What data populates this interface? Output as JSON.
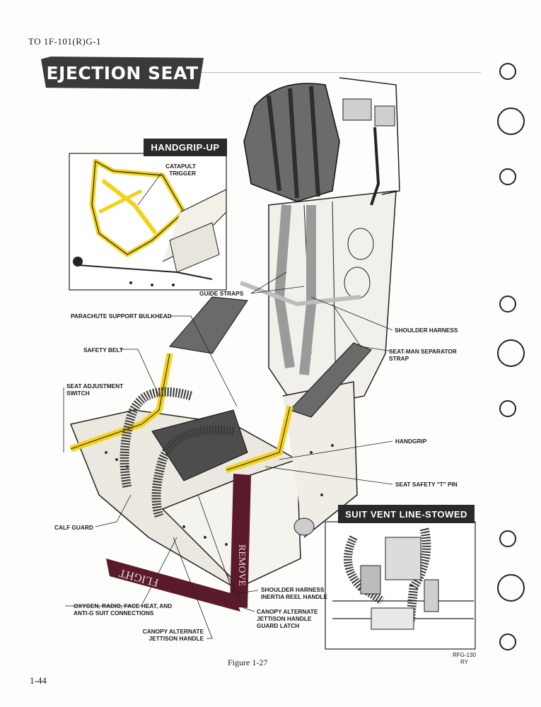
{
  "header": {
    "to_number": "TO 1F-101(R)G-1"
  },
  "title": "EJECTION SEAT",
  "insets": {
    "handgrip_up": {
      "label": "HANDGRIP-UP",
      "callout": "CATAPULT\nTRIGGER"
    },
    "suit_vent": {
      "label": "SUIT VENT LINE-STOWED"
    }
  },
  "callouts": {
    "guide_straps": "GUIDE STRAPS",
    "parachute_support_bulkhead": "PARACHUTE SUPPORT BULKHEAD",
    "safety_belt": "SAFETY BELT",
    "seat_adjustment_switch": "SEAT ADJUSTMENT\nSWITCH",
    "calf_guard": "CALF GUARD",
    "oxygen_connections": "OXYGEN, RADIO, FACE HEAT, AND\nANTI-G SUIT CONNECTIONS",
    "canopy_alternate_jettison_handle": "CANOPY ALTERNATE\nJETTISON HANDLE",
    "shoulder_harness": "SHOULDER HARNESS",
    "seat_man_separator_strap": "SEAT-MAN SEPARATOR\nSTRAP",
    "handgrip": "HANDGRIP",
    "seat_safety_t_pin": "SEAT SAFETY \"T\" PIN",
    "shoulder_harness_inertia_reel_handle": "SHOULDER HARNESS\nINERTIA REEL HANDLE",
    "canopy_alternate_jettison_handle_guard_latch": "CANOPY ALTERNATE\nJETTISON HANDLE\nGUARD LATCH"
  },
  "streamer": {
    "text_remove": "REMOVE",
    "text_flight": "FLIGHT"
  },
  "footer": {
    "figure_caption": "Figure 1-27",
    "ref_code": "RFG-130\nRY",
    "page_number": "1-44"
  },
  "colors": {
    "handgrip_yellow": "#f3d21c",
    "ink": "#1b1b1b",
    "streamer": "#5a1a2a",
    "banner": "#3a3a3a"
  }
}
